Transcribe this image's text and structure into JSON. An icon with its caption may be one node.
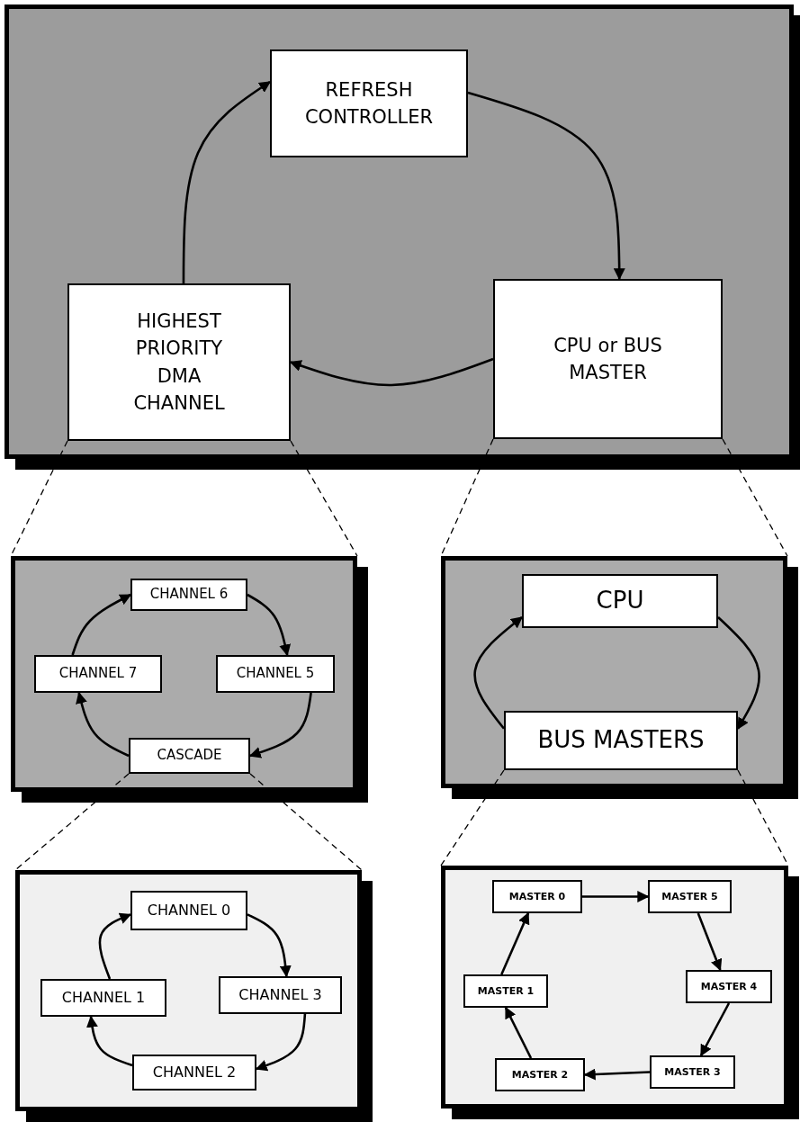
{
  "diagram": {
    "nodes": [
      {
        "text": [],
        "shape": "box"
      },
      {
        "text": [
          "REFRESH CONTROLLER"
        ],
        "in": 0
      },
      {
        "text": [
          "HIGHEST PRIORITY DMA CHANNEL"
        ],
        "in": 0
      },
      {
        "text": [
          "CPU or BUS MASTER"
        ],
        "in": 0
      },
      {
        "text": [],
        "shape": "box"
      },
      {
        "text": [
          "CHANNEL 6"
        ],
        "in": 4
      },
      {
        "text": [
          "CHANNEL 7"
        ],
        "in": 4
      },
      {
        "text": [
          "CHANNEL 5"
        ],
        "in": 4
      },
      {
        "text": [
          "CASCADE"
        ],
        "in": 4
      },
      {
        "text": [],
        "shape": "box"
      },
      {
        "text": [
          "CPU"
        ],
        "in": 9
      },
      {
        "text": [
          "BUS MASTERS"
        ],
        "in": 9
      },
      {
        "text": [],
        "shape": "box"
      },
      {
        "text": [
          "CHANNEL 0"
        ],
        "in": 12
      },
      {
        "text": [
          "CHANNEL 1"
        ],
        "in": 12
      },
      {
        "text": [
          "CHANNEL 3"
        ],
        "in": 12
      },
      {
        "text": [
          "CHANNEL 2"
        ],
        "in": 12
      },
      {
        "text": [],
        "shape": "box"
      },
      {
        "text": [
          "MASTER 0"
        ],
        "in": 17
      },
      {
        "text": [
          "MASTER 5"
        ],
        "in": 17
      },
      {
        "text": [
          "MASTER 1"
        ],
        "in": 17
      },
      {
        "text": [
          "MASTER 4"
        ],
        "in": 17
      },
      {
        "text": [
          "MASTER 2"
        ],
        "in": 17
      },
      {
        "text": [
          "MASTER 3"
        ],
        "in": 17
      }
    ],
    "edges": [
      {
        "from": 2,
        "to": 1,
        "arrow": "to"
      },
      {
        "from": 1,
        "to": 3,
        "arrow": "to"
      },
      {
        "from": 3,
        "to": 2,
        "arrow": "to"
      },
      {
        "from": 6,
        "to": 5,
        "arrow": "to"
      },
      {
        "from": 5,
        "to": 7,
        "arrow": "to"
      },
      {
        "from": 7,
        "to": 8,
        "arrow": "to"
      },
      {
        "from": 8,
        "to": 6,
        "arrow": "to"
      },
      {
        "from": 11,
        "to": 10,
        "arrow": "to"
      },
      {
        "from": 10,
        "to": 11,
        "arrow": "to"
      },
      {
        "from": 14,
        "to": 13,
        "arrow": "to"
      },
      {
        "from": 13,
        "to": 15,
        "arrow": "to"
      },
      {
        "from": 15,
        "to": 16,
        "arrow": "to"
      },
      {
        "from": 16,
        "to": 14,
        "arrow": "to"
      },
      {
        "from": 18,
        "to": 19,
        "arrow": "to"
      },
      {
        "from": 19,
        "to": 21,
        "arrow": "to"
      },
      {
        "from": 21,
        "to": 23,
        "arrow": "to"
      },
      {
        "from": 23,
        "to": 22,
        "arrow": "to"
      },
      {
        "from": 22,
        "to": 20,
        "arrow": "to"
      },
      {
        "from": 20,
        "to": 18,
        "arrow": "to"
      },
      {
        "from": 2,
        "to": 4,
        "arrow": "none",
        "style": "dashed"
      },
      {
        "from": 2,
        "to": 4,
        "arrow": "none",
        "style": "dashed"
      },
      {
        "from": 3,
        "to": 9,
        "arrow": "none",
        "style": "dashed"
      },
      {
        "from": 3,
        "to": 9,
        "arrow": "none",
        "style": "dashed"
      },
      {
        "from": 8,
        "to": 12,
        "arrow": "none",
        "style": "dashed"
      },
      {
        "from": 8,
        "to": 12,
        "arrow": "none",
        "style": "dashed"
      },
      {
        "from": 11,
        "to": 17,
        "arrow": "none",
        "style": "dashed"
      },
      {
        "from": 11,
        "to": 17,
        "arrow": "none",
        "style": "dashed"
      }
    ]
  }
}
